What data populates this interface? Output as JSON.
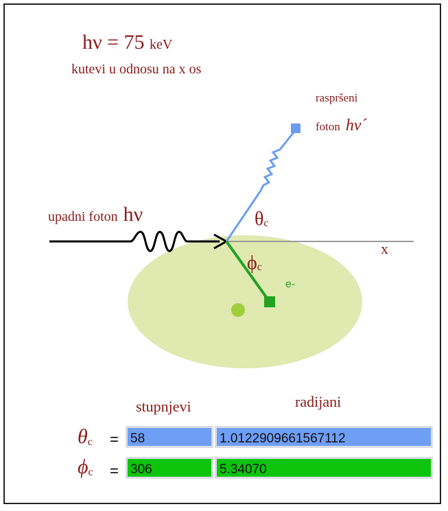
{
  "header": {
    "title_main": "hν = 75",
    "title_unit": "keV",
    "subtitle": "kutevi u odnosu  na x os"
  },
  "diagram": {
    "scattered_label_line1": "raspršeni",
    "scattered_label_line2": "foton",
    "scattered_symbol": "hν´",
    "incident_label": "upadni foton",
    "incident_symbol": "hν",
    "theta_label": "θ",
    "theta_sub": "c",
    "phi_label": "ϕ",
    "phi_sub": "c",
    "electron_label": "e-",
    "x_axis_label": "x",
    "colors": {
      "photon_in": "#000000",
      "photon_scattered": "#6a9ff0",
      "electron": "#22a322",
      "atom_cloud": "#dfe9b0",
      "nucleus": "#9fcf3a"
    }
  },
  "table": {
    "col_degrees": "stupnjevi",
    "col_radians": "radijani",
    "rows": [
      {
        "symbol": "θ",
        "sub": "c",
        "eq": "=",
        "degrees": "58",
        "radians": "1.0122909661567112",
        "color": "#6f9ef6"
      },
      {
        "symbol": "ϕ",
        "sub": "c",
        "eq": "=",
        "degrees": "306",
        "radians": "5.34070",
        "color": "#0cc40c"
      }
    ]
  }
}
